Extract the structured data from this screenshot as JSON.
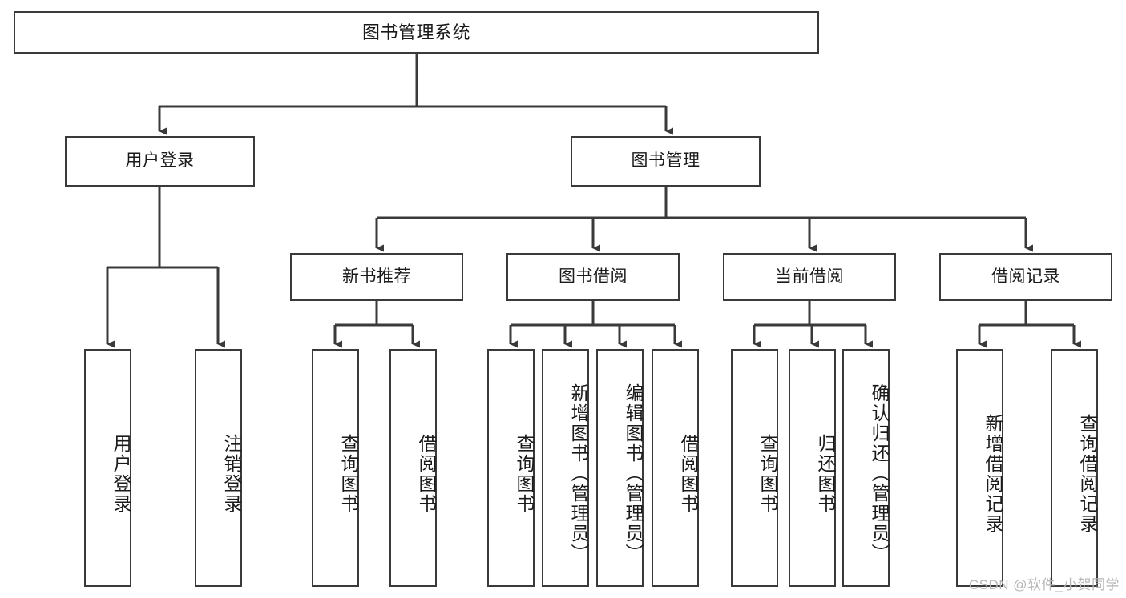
{
  "diagram": {
    "title": "图书管理系统",
    "type": "tree-hierarchy",
    "watermark": "CSDN @软件_小贺同学",
    "colors": {
      "stroke": "#3a3a3a",
      "fill": "#ffffff",
      "text": "#1a1a1a",
      "watermark": "#b6b6b6"
    },
    "levels": {
      "root": {
        "label": "图书管理系统"
      },
      "level2": [
        {
          "id": "user-login",
          "label": "用户登录"
        },
        {
          "id": "book-management",
          "label": "图书管理"
        }
      ],
      "level3": [
        {
          "id": "new-book-recommend",
          "label": "新书推荐",
          "parent": "book-management"
        },
        {
          "id": "book-borrow",
          "label": "图书借阅",
          "parent": "book-management"
        },
        {
          "id": "current-borrow",
          "label": "当前借阅",
          "parent": "book-management"
        },
        {
          "id": "borrow-record",
          "label": "借阅记录",
          "parent": "book-management"
        }
      ],
      "leaves": [
        {
          "id": "leaf-user-login",
          "label": "用户登录",
          "parent": "user-login"
        },
        {
          "id": "leaf-logout-login",
          "label": "注销登录",
          "parent": "user-login"
        },
        {
          "id": "leaf-query-book-1",
          "label": "查询图书",
          "parent": "new-book-recommend"
        },
        {
          "id": "leaf-borrow-book-1",
          "label": "借阅图书",
          "parent": "new-book-recommend"
        },
        {
          "id": "leaf-query-book-2",
          "label": "查询图书",
          "parent": "book-borrow"
        },
        {
          "id": "leaf-add-book",
          "label": "新增图书（管理员）",
          "parent": "book-borrow"
        },
        {
          "id": "leaf-edit-book",
          "label": "编辑图书（管理员）",
          "parent": "book-borrow"
        },
        {
          "id": "leaf-borrow-book-2",
          "label": "借阅图书",
          "parent": "book-borrow"
        },
        {
          "id": "leaf-query-book-3",
          "label": "查询图书",
          "parent": "current-borrow"
        },
        {
          "id": "leaf-return-book",
          "label": "归还图书",
          "parent": "current-borrow"
        },
        {
          "id": "leaf-confirm-return",
          "label": "确认归还（管理员）",
          "parent": "current-borrow"
        },
        {
          "id": "leaf-add-record",
          "label": "新增借阅记录",
          "parent": "borrow-record"
        },
        {
          "id": "leaf-query-record",
          "label": "查询借阅记录",
          "parent": "borrow-record"
        }
      ]
    }
  }
}
